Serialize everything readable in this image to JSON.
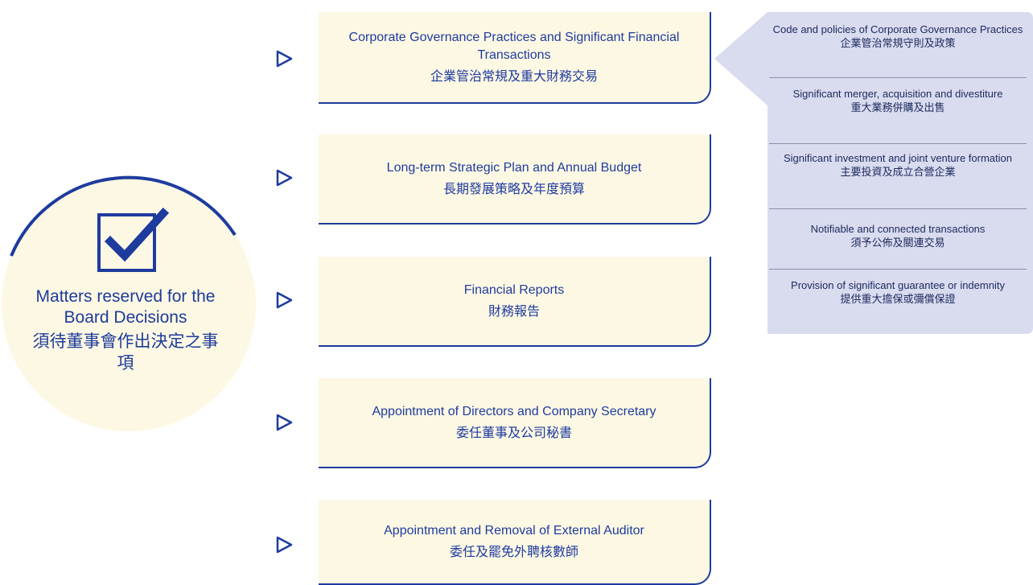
{
  "colors": {
    "accent": "#1e3b9e",
    "box_fill": "#fdf8e3",
    "circle_fill": "#fdf8e3",
    "panel_fill": "#d9dbef",
    "text_dark": "#1b2a5c"
  },
  "center": {
    "icon": "checkbox-check-icon",
    "title_en": "Matters reserved for the Board Decisions",
    "title_zh": "須待董事會作出決定之事項"
  },
  "boxes": [
    {
      "en": "Corporate Governance Practices and Significant Financial Transactions",
      "zh": "企業管治常規及重大財務交易",
      "icon": "arrow-right-icon"
    },
    {
      "en": "Long-term Strategic Plan and Annual Budget",
      "zh": "長期發展策略及年度預算",
      "icon": "arrow-right-icon"
    },
    {
      "en": "Financial Reports",
      "zh": "財務報告",
      "icon": "arrow-right-icon"
    },
    {
      "en": "Appointment of Directors and Company Secretary",
      "zh": "委任董事及公司秘書",
      "icon": "arrow-right-icon"
    },
    {
      "en": "Appointment and Removal of External Auditor",
      "zh": "委任及罷免外聘核數師",
      "icon": "arrow-right-icon"
    }
  ],
  "side_panel": {
    "items": [
      {
        "en": "Code and policies of Corporate Governance Practices",
        "zh": "企業管治常規守則及政策"
      },
      {
        "en": "Significant merger, acquisition and divestiture",
        "zh": "重大業務併購及出售"
      },
      {
        "en": "Significant investment and joint venture formation",
        "zh": "主要投資及成立合營企業"
      },
      {
        "en": "Notifiable and connected transactions",
        "zh": "須予公佈及關連交易"
      },
      {
        "en": "Provision of significant guarantee or indemnity",
        "zh": "提供重大擔保或彌償保證"
      }
    ]
  }
}
